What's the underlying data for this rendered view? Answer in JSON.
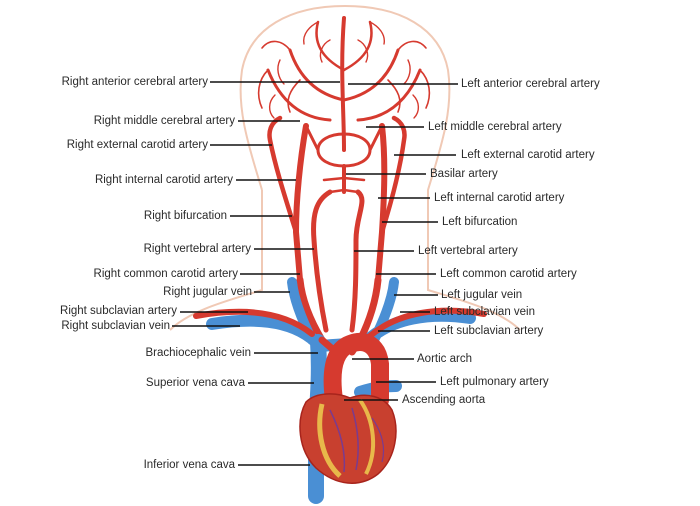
{
  "labels_left": [
    {
      "id": "right-anterior-cerebral-artery",
      "text": "Right anterior cerebral artery"
    },
    {
      "id": "right-middle-cerebral-artery",
      "text": "Right middle cerebral artery"
    },
    {
      "id": "right-external-carotid-artery",
      "text": "Right external carotid artery"
    },
    {
      "id": "right-internal-carotid-artery",
      "text": "Right internal carotid artery"
    },
    {
      "id": "right-bifurcation",
      "text": "Right bifurcation"
    },
    {
      "id": "right-vertebral-artery",
      "text": "Right vertebral artery"
    },
    {
      "id": "right-common-carotid-artery",
      "text": "Right common carotid artery"
    },
    {
      "id": "right-jugular-vein",
      "text": "Right jugular vein"
    },
    {
      "id": "right-subclavian-artery",
      "text": "Right subclavian artery"
    },
    {
      "id": "right-subclavian-vein",
      "text": "Right subclavian vein"
    },
    {
      "id": "brachiocephalic-vein",
      "text": "Brachiocephalic vein"
    },
    {
      "id": "superior-vena-cava",
      "text": "Superior vena cava"
    },
    {
      "id": "inferior-vena-cava",
      "text": "Inferior vena cava"
    }
  ],
  "labels_right": [
    {
      "id": "left-anterior-cerebral-artery",
      "text": "Left anterior cerebral artery"
    },
    {
      "id": "left-middle-cerebral-artery",
      "text": "Left middle cerebral artery"
    },
    {
      "id": "left-external-carotid-artery",
      "text": "Left external carotid artery"
    },
    {
      "id": "basilar-artery",
      "text": "Basilar artery"
    },
    {
      "id": "left-internal-carotid-artery",
      "text": "Left internal carotid artery"
    },
    {
      "id": "left-bifurcation",
      "text": "Left bifurcation"
    },
    {
      "id": "left-vertebral-artery",
      "text": "Left vertebral artery"
    },
    {
      "id": "left-common-carotid-artery",
      "text": "Left common carotid artery"
    },
    {
      "id": "left-jugular-vein",
      "text": "Left jugular vein"
    },
    {
      "id": "left-subclavian-vein",
      "text": "Left subclavian vein"
    },
    {
      "id": "left-subclavian-artery",
      "text": "Left subclavian artery"
    },
    {
      "id": "aortic-arch",
      "text": "Aortic arch"
    },
    {
      "id": "left-pulmonary-artery",
      "text": "Left pulmonary artery"
    },
    {
      "id": "ascending-aorta",
      "text": "Ascending aorta"
    }
  ],
  "colors": {
    "artery": "#d63a2f",
    "artery_dark": "#a8241c",
    "vein": "#4a8fd4",
    "vein_dark": "#2f6fb3",
    "outline": "#f0c9b5",
    "leader": "#111111",
    "heart": "#c8402f",
    "fat": "#e8b84a"
  }
}
